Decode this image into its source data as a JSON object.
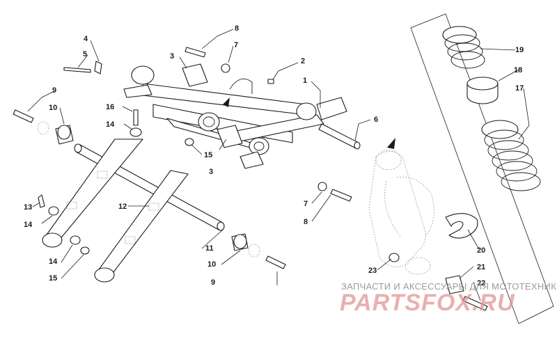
{
  "callouts": [
    {
      "id": "c1",
      "label": "1"
    },
    {
      "id": "c2",
      "label": "2"
    },
    {
      "id": "c3a",
      "label": "3"
    },
    {
      "id": "c3b",
      "label": "3"
    },
    {
      "id": "c4",
      "label": "4"
    },
    {
      "id": "c5",
      "label": "5"
    },
    {
      "id": "c6",
      "label": "6"
    },
    {
      "id": "c7a",
      "label": "7"
    },
    {
      "id": "c7b",
      "label": "7"
    },
    {
      "id": "c8a",
      "label": "8"
    },
    {
      "id": "c8b",
      "label": "8"
    },
    {
      "id": "c9a",
      "label": "9"
    },
    {
      "id": "c9b",
      "label": "9"
    },
    {
      "id": "c10a",
      "label": "10"
    },
    {
      "id": "c10b",
      "label": "10"
    },
    {
      "id": "c11",
      "label": "11"
    },
    {
      "id": "c12",
      "label": "12"
    },
    {
      "id": "c13",
      "label": "13"
    },
    {
      "id": "c14a",
      "label": "14"
    },
    {
      "id": "c14b",
      "label": "14"
    },
    {
      "id": "c14c",
      "label": "14"
    },
    {
      "id": "c15a",
      "label": "15"
    },
    {
      "id": "c15b",
      "label": "15"
    },
    {
      "id": "c16",
      "label": "16"
    },
    {
      "id": "c17",
      "label": "17"
    },
    {
      "id": "c18",
      "label": "18"
    },
    {
      "id": "c19",
      "label": "19"
    },
    {
      "id": "c20",
      "label": "20"
    },
    {
      "id": "c21",
      "label": "21"
    },
    {
      "id": "c22",
      "label": "22"
    },
    {
      "id": "c23",
      "label": "23"
    }
  ],
  "watermark": {
    "tagline": "ЗАПЧАСТИ И АКСЕССУАРЫ ДЛЯ МОТОТЕХНИКИ",
    "logo": "PARTSFOX.RU",
    "logo_color": "#e29696"
  }
}
